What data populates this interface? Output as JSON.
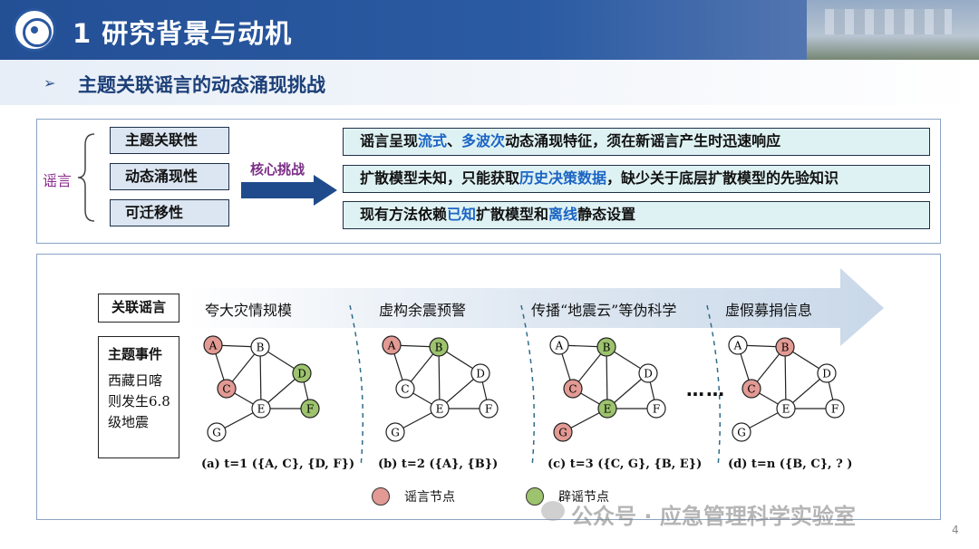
{
  "header": {
    "title": "1 研究背景与动机"
  },
  "subtitle": "主题关联谣言的动态涌现挑战",
  "panel1": {
    "rumor_label": "谣言",
    "properties": [
      "主题关联性",
      "动态涌现性",
      "可迁移性"
    ],
    "core_label": "核心挑战",
    "challenges": [
      {
        "pre": "谣言呈现",
        "h1": "流式",
        "mid": "、",
        "h2": "多波次",
        "post": "动态涌现特征，须在新谣言产生时迅速响应"
      },
      {
        "pre": "扩散模型未知，只能获取",
        "h1": "历史决策数据",
        "mid": "，缺少关于底层扩散模型的先验知识",
        "h2": "",
        "post": ""
      },
      {
        "pre": "现有方法依赖",
        "h1": "已知",
        "mid": "扩散模型和",
        "h2": "离线",
        "post": "静态设置"
      }
    ]
  },
  "panel2": {
    "related_label": "关联谣言",
    "topic_title": "主题事件",
    "topic_body": [
      "西藏日喀",
      "则发生6.8",
      "级地震"
    ],
    "rumors": [
      "夸大灾情规模",
      "虚构余震预警",
      "传播“地震云”等伪科学",
      "虚假募捐信息"
    ],
    "captions": [
      "(a) t=1 ({A, C}, {D, F})",
      "(b) t=2 ({A}, {B})",
      "(c) t=3 ({C, G}, {B, E})",
      "(d) t=n ({B, C}, ? )"
    ],
    "ellipsis": "……",
    "graphs": [
      {
        "red": [
          "A",
          "C"
        ],
        "green": [
          "D",
          "F"
        ]
      },
      {
        "red": [
          "A"
        ],
        "green": [
          "B"
        ]
      },
      {
        "red": [
          "C",
          "G"
        ],
        "green": [
          "B",
          "E"
        ]
      },
      {
        "red": [
          "B",
          "C"
        ],
        "green": []
      }
    ],
    "nodes": [
      "A",
      "B",
      "C",
      "D",
      "E",
      "F",
      "G"
    ],
    "legend": {
      "rumor": "谣言节点",
      "debunk": "辟谣节点"
    }
  },
  "colors": {
    "rumor": "#e39a94",
    "debunk": "#9dc36e",
    "accent": "#1b64c4",
    "header": "#2b5ba3"
  },
  "watermark": "公众号 · 应急管理科学实验室",
  "page_number": "4"
}
